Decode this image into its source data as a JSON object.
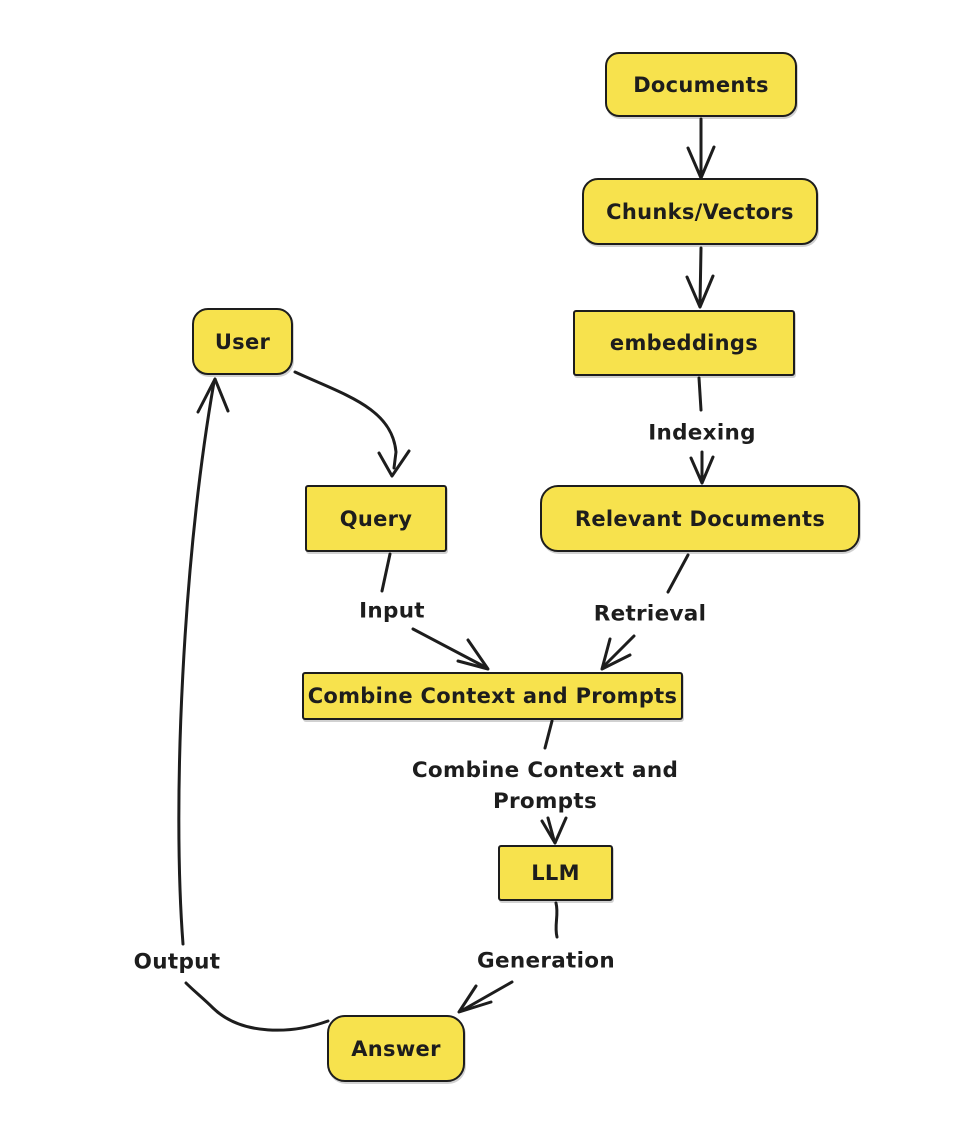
{
  "diagram_type": "flowchart",
  "colors": {
    "node_fill": "#F7E24D",
    "stroke": "#1d1d1d",
    "background": "#ffffff"
  },
  "nodes": {
    "documents": {
      "label": "Documents",
      "shape": "rounded"
    },
    "chunks_vectors": {
      "label": "Chunks/Vectors",
      "shape": "rounded"
    },
    "embeddings": {
      "label": "embeddings",
      "shape": "rectangle"
    },
    "relevant_documents": {
      "label": "Relevant Documents",
      "shape": "rounded"
    },
    "user": {
      "label": "User",
      "shape": "rounded"
    },
    "query": {
      "label": "Query",
      "shape": "rectangle"
    },
    "combine": {
      "label": "Combine Context and Prompts",
      "shape": "rectangle"
    },
    "llm": {
      "label": "LLM",
      "shape": "rectangle"
    },
    "answer": {
      "label": "Answer",
      "shape": "rounded"
    }
  },
  "edge_labels": {
    "indexing": "Indexing",
    "input": "Input",
    "retrieval": "Retrieval",
    "combine_line1": "Combine Context and",
    "combine_line2": "Prompts",
    "generation": "Generation",
    "output": "Output"
  },
  "edges": [
    {
      "from": "documents",
      "to": "chunks_vectors",
      "label": ""
    },
    {
      "from": "chunks_vectors",
      "to": "embeddings",
      "label": ""
    },
    {
      "from": "embeddings",
      "to": "relevant_documents",
      "label": "Indexing"
    },
    {
      "from": "user",
      "to": "query",
      "label": ""
    },
    {
      "from": "query",
      "to": "combine",
      "label": "Input"
    },
    {
      "from": "relevant_documents",
      "to": "combine",
      "label": "Retrieval"
    },
    {
      "from": "combine",
      "to": "llm",
      "label": "Combine Context and Prompts"
    },
    {
      "from": "llm",
      "to": "answer",
      "label": "Generation"
    },
    {
      "from": "answer",
      "to": "user",
      "label": "Output"
    }
  ]
}
